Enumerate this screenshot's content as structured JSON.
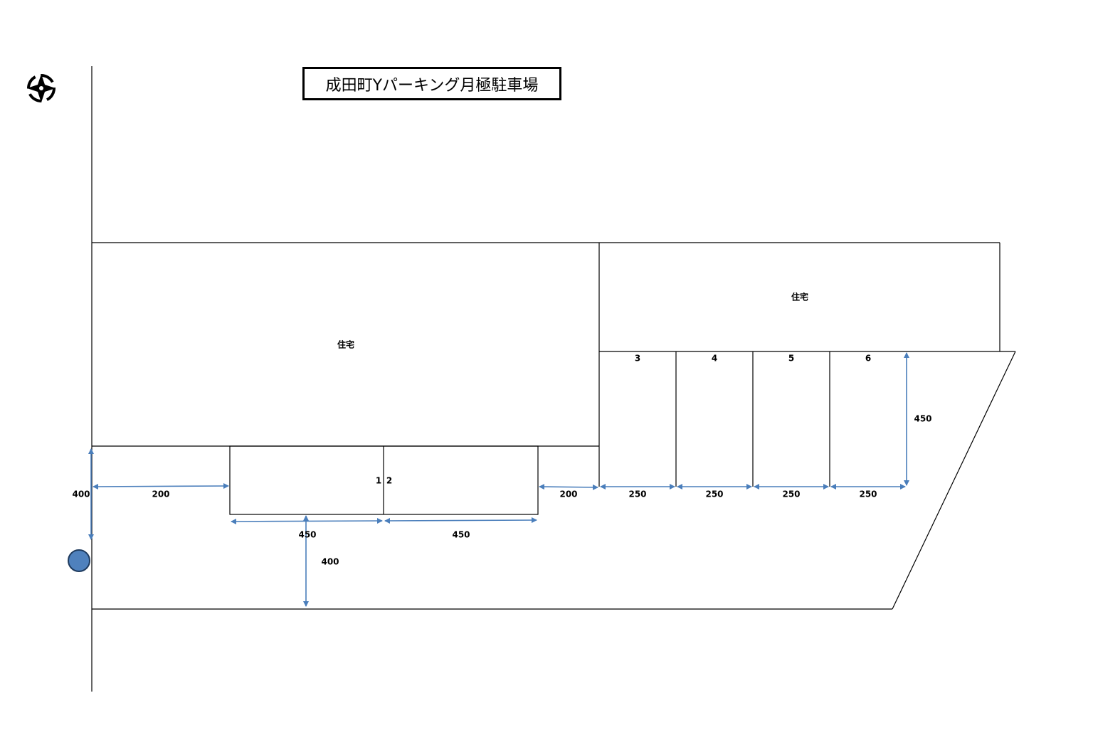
{
  "title": "成田町Yパーキング月極駐車場",
  "buildings": [
    "住宅",
    "住宅"
  ],
  "spaces": [
    "1",
    "2",
    "3",
    "4",
    "5",
    "6"
  ],
  "dimensions": {
    "left_depth": "400",
    "left_gap": "200",
    "space1_width": "450",
    "space2_width": "450",
    "aisle": "400",
    "mid_gap": "200",
    "space3_width": "250",
    "space4_width": "250",
    "space5_width": "250",
    "space6_width": "250",
    "right_depth": "450"
  },
  "colors": {
    "arrow": "#4a7ebb",
    "marker": "#4f81bd"
  }
}
